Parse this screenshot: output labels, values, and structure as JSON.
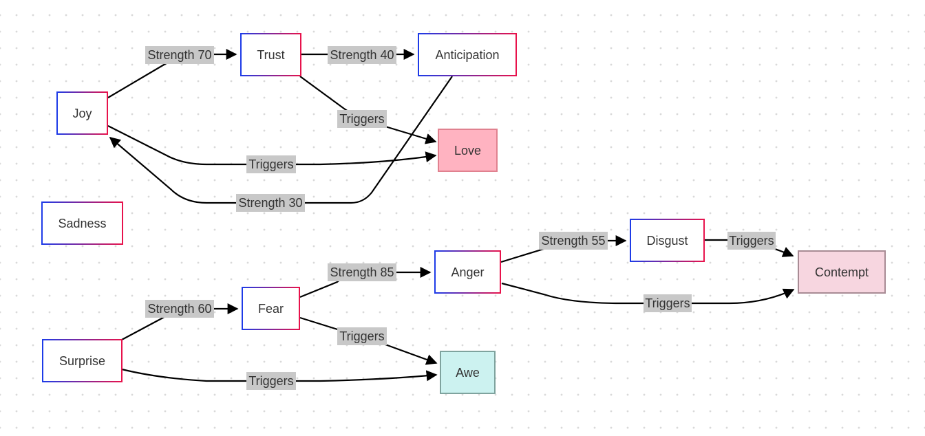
{
  "diagram": {
    "colors": {
      "border_gradient_start": "#1d3be8",
      "border_gradient_end": "#e8124b",
      "love_fill": "#ffb3c1",
      "love_border": "#e0818f",
      "awe_fill": "#ccf2f0",
      "awe_border": "#7fa39e",
      "contempt_fill": "#f7d6e0",
      "contempt_border": "#a88b94",
      "edge_label_bg": "#c8c8c8",
      "edge_color": "#000000"
    },
    "nodes": [
      {
        "id": "joy",
        "label": "Joy"
      },
      {
        "id": "trust",
        "label": "Trust"
      },
      {
        "id": "anticipation",
        "label": "Anticipation"
      },
      {
        "id": "love",
        "label": "Love"
      },
      {
        "id": "sadness",
        "label": "Sadness"
      },
      {
        "id": "disgust",
        "label": "Disgust"
      },
      {
        "id": "contempt",
        "label": "Contempt"
      },
      {
        "id": "anger",
        "label": "Anger"
      },
      {
        "id": "fear",
        "label": "Fear"
      },
      {
        "id": "surprise",
        "label": "Surprise"
      },
      {
        "id": "awe",
        "label": "Awe"
      }
    ],
    "edges": [
      {
        "id": "joy-trust",
        "from": "joy",
        "to": "trust",
        "label": "Strength 70"
      },
      {
        "id": "trust-anticipation",
        "from": "trust",
        "to": "anticipation",
        "label": "Strength 40"
      },
      {
        "id": "trust-love",
        "from": "trust",
        "to": "love",
        "label": "Triggers"
      },
      {
        "id": "joy-love",
        "from": "joy",
        "to": "love",
        "label": "Triggers"
      },
      {
        "id": "anticipation-joy",
        "from": "anticipation",
        "to": "joy",
        "label": "Strength 30"
      },
      {
        "id": "disgust-contempt",
        "from": "disgust",
        "to": "contempt",
        "label": "Triggers"
      },
      {
        "id": "anger-disgust",
        "from": "anger",
        "to": "disgust",
        "label": "Strength 55"
      },
      {
        "id": "fear-anger",
        "from": "fear",
        "to": "anger",
        "label": "Strength 85"
      },
      {
        "id": "anger-contempt",
        "from": "anger",
        "to": "contempt",
        "label": "Triggers"
      },
      {
        "id": "surprise-fear",
        "from": "surprise",
        "to": "fear",
        "label": "Strength 60"
      },
      {
        "id": "fear-awe",
        "from": "fear",
        "to": "awe",
        "label": "Triggers"
      },
      {
        "id": "surprise-awe",
        "from": "surprise",
        "to": "awe",
        "label": "Triggers"
      }
    ]
  }
}
